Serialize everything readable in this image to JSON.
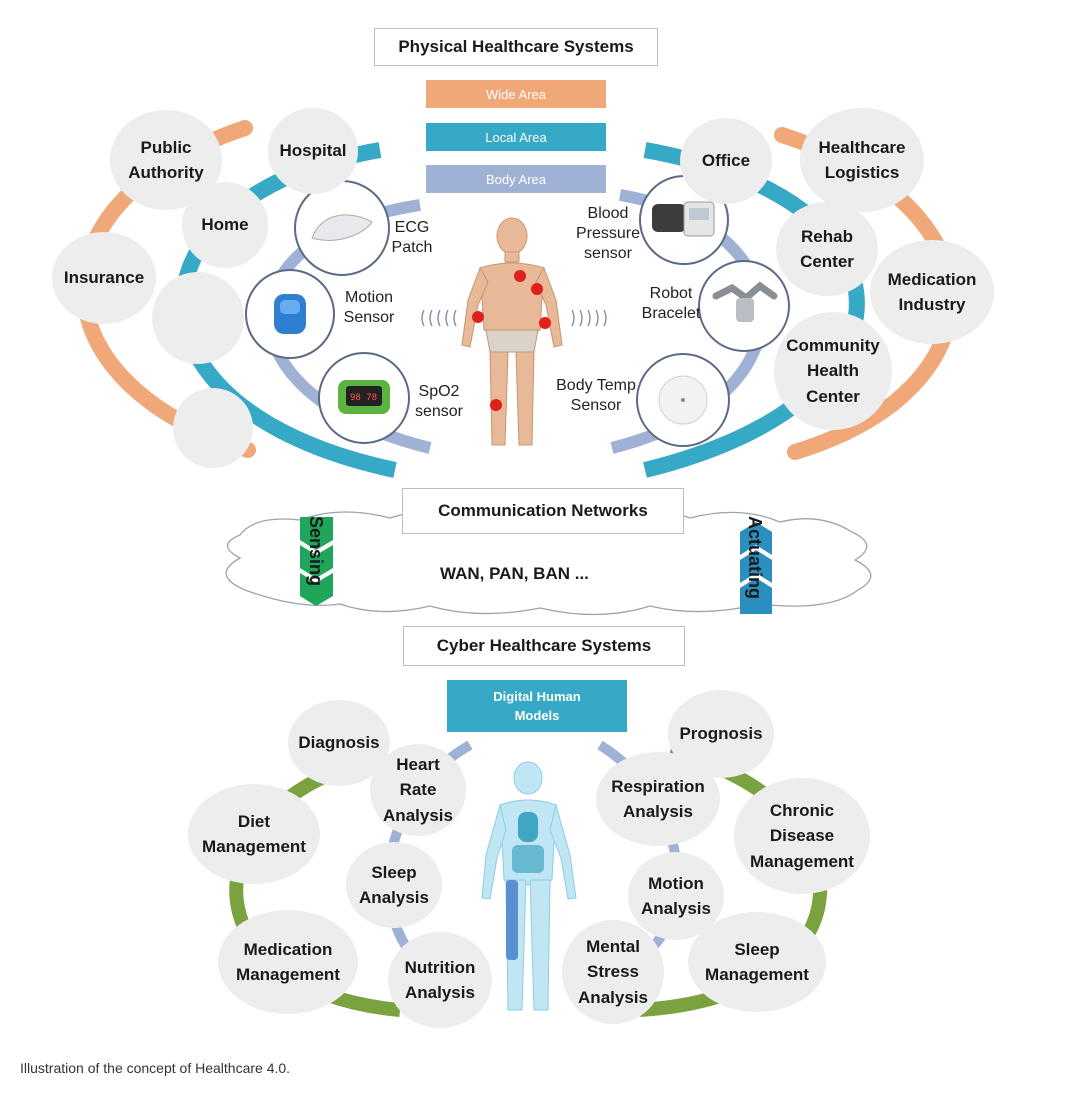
{
  "titles": {
    "physical": "Physical Healthcare Systems",
    "communication": "Communication Networks",
    "networks": "WAN, PAN, BAN ...",
    "cyber": "Cyber Healthcare Systems",
    "digital_human": "Digital Human\nModels"
  },
  "areas": {
    "wide": "Wide Area",
    "local": "Local Area",
    "body": "Body Area"
  },
  "physical_places": {
    "public_authority": "Public\nAuthority",
    "hospital": "Hospital",
    "home": "Home",
    "insurance": "Insurance",
    "office": "Office",
    "healthcare_logistics": "Healthcare\nLogistics",
    "rehab_center": "Rehab\nCenter",
    "medication_industry": "Medication\nIndustry",
    "community_health_center": "Community\nHealth\nCenter"
  },
  "sensors": {
    "ecg": "ECG\nPatch",
    "motion": "Motion\nSensor",
    "spo2": "SpO2\nsensor",
    "blood_pressure": "Blood\nPressure\nsensor",
    "robot_bracelet": "Robot\nBracelet",
    "body_temp": "Body Temp\nSensor"
  },
  "flows": {
    "sensing": "Sensing",
    "actuating": "Actuating"
  },
  "cyber_items": {
    "diagnosis": "Diagnosis",
    "diet_management": "Diet\nManagement",
    "medication_management": "Medication\nManagement",
    "heart_rate_analysis": "Heart\nRate\nAnalysis",
    "sleep_analysis": "Sleep\nAnalysis",
    "nutrition_analysis": "Nutrition\nAnalysis",
    "prognosis": "Prognosis",
    "respiration_analysis": "Respiration\nAnalysis",
    "chronic_disease_management": "Chronic\nDisease\nManagement",
    "motion_analysis": "Motion\nAnalysis",
    "mental_stress_analysis": "Mental\nStress\nAnalysis",
    "sleep_management": "Sleep\nManagement"
  },
  "caption": "Illustration of the concept of Healthcare 4.0.",
  "colors": {
    "orange": "#f0a879",
    "teal": "#35a9c6",
    "lavender": "#9fb2d6",
    "green": "#7aa33f",
    "bubble": "#ededed",
    "sensing_green": "#1fa65a",
    "actuating_blue": "#2a8fbf"
  },
  "icons": {
    "ecg": "ecg-patch-icon",
    "motion": "motion-sensor-icon",
    "spo2": "pulse-oximeter-icon",
    "blood_pressure": "blood-pressure-monitor-icon",
    "robot_bracelet": "robot-arm-icon",
    "body_temp": "thermometer-icon",
    "human_physical": "human-body-icon",
    "human_cyber": "human-anatomy-icon"
  }
}
